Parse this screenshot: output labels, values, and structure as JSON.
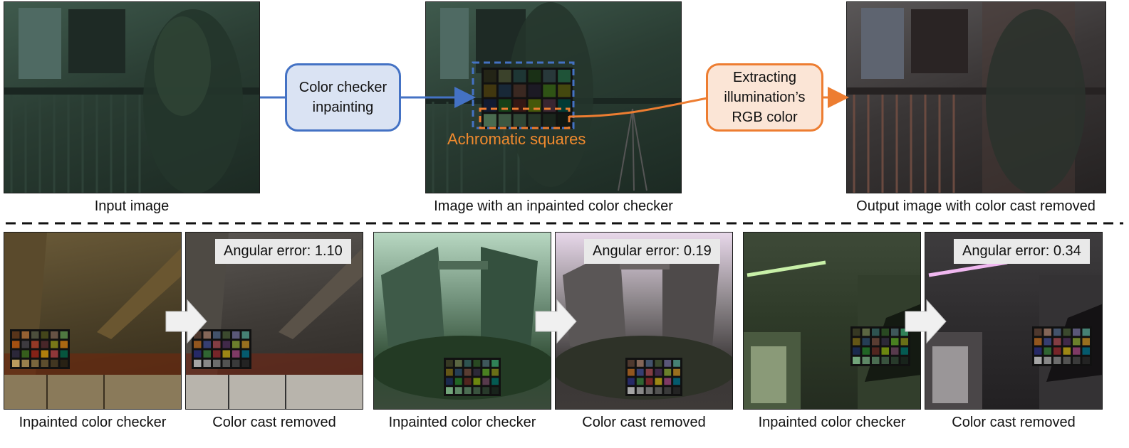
{
  "top": {
    "input_caption": "Input image",
    "inpainted_caption": "Image with an inpainted color checker",
    "output_caption": "Output image with color cast removed",
    "box_inpainting": [
      "Color checker",
      "inpainting"
    ],
    "box_extract": [
      "Extracting",
      "illumination’s",
      "RGB color"
    ],
    "achromatic_label": "Achromatic squares"
  },
  "bottom": {
    "pairs": [
      {
        "left_caption": "Inpainted color checker",
        "right_caption": "Color cast removed",
        "error": "Angular error: 1.10"
      },
      {
        "left_caption": "Inpainted color checker",
        "right_caption": "Color cast removed",
        "error": "Angular error: 0.19"
      },
      {
        "left_caption": "Inpainted color checker",
        "right_caption": "Color cast removed",
        "error": "Angular error: 0.34"
      }
    ]
  },
  "colors": {
    "blue": "#4472c4",
    "blue_fill": "#dae3f3",
    "orange": "#ed7d31",
    "orange_fill": "#fbe5d6"
  }
}
